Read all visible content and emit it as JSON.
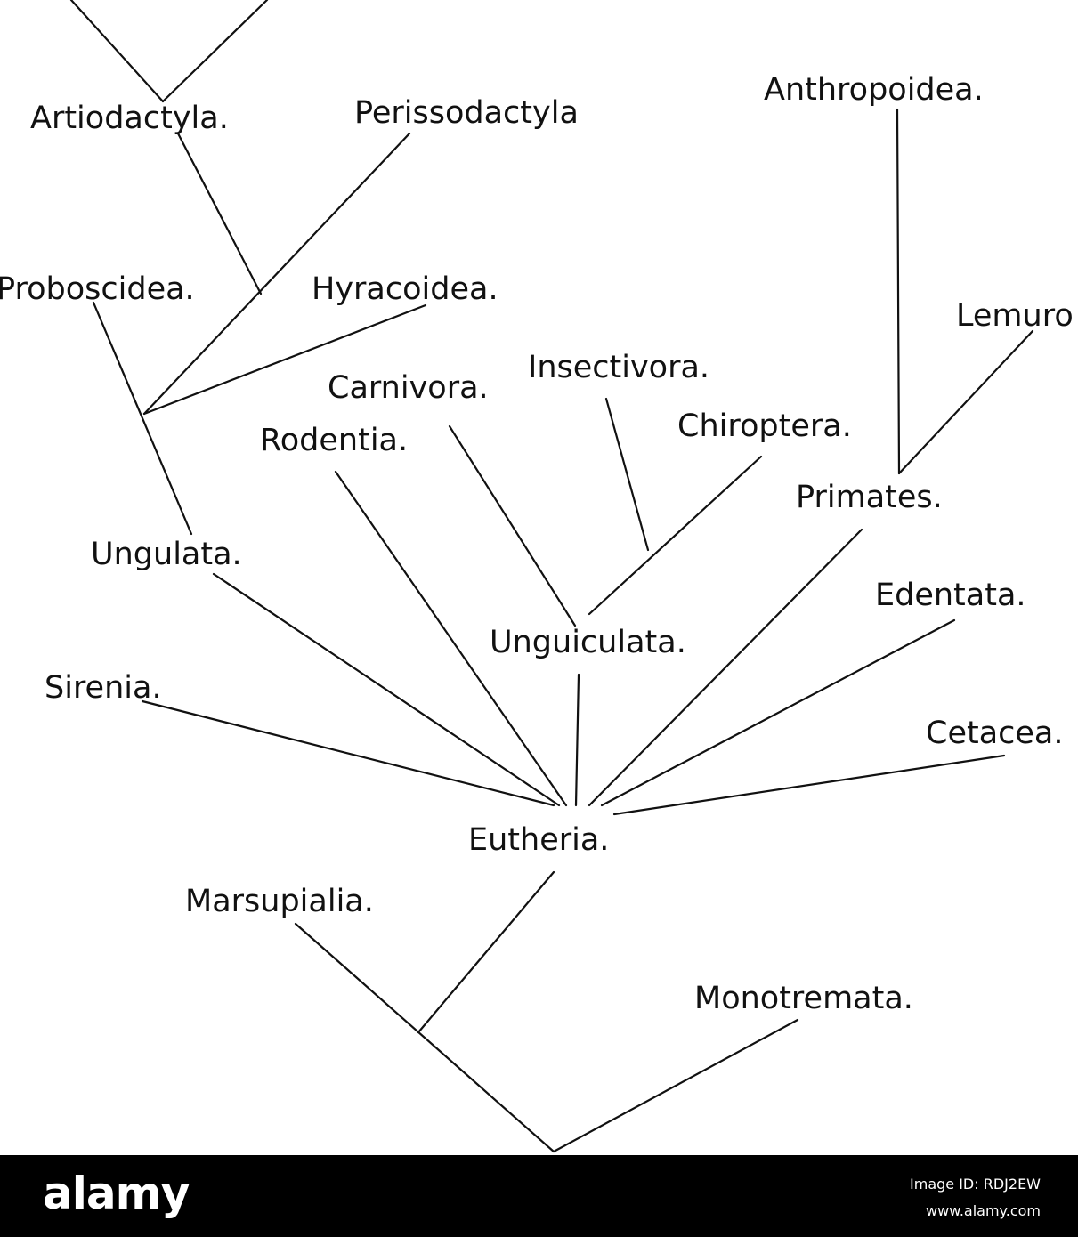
{
  "diagram": {
    "nodes": [
      {
        "id": "artiodactyla",
        "label": "Artiodactyla."
      },
      {
        "id": "perissodactyla",
        "label": "Perissodactyla"
      },
      {
        "id": "anthropoidea",
        "label": "Anthropoidea."
      },
      {
        "id": "proboscidea",
        "label": "Proboscidea."
      },
      {
        "id": "hyracoidea",
        "label": "Hyracoidea."
      },
      {
        "id": "lemuro",
        "label": "Lemuro"
      },
      {
        "id": "insectivora",
        "label": "Insectivora."
      },
      {
        "id": "carnivora",
        "label": "Carnivora."
      },
      {
        "id": "chiroptera",
        "label": "Chiroptera."
      },
      {
        "id": "rodentia",
        "label": "Rodentia."
      },
      {
        "id": "primates",
        "label": "Primates."
      },
      {
        "id": "ungulata",
        "label": "Ungulata."
      },
      {
        "id": "edentata",
        "label": "Edentata."
      },
      {
        "id": "unguiculata",
        "label": "Unguiculata."
      },
      {
        "id": "sirenia",
        "label": "Sirenia."
      },
      {
        "id": "cetacea",
        "label": "Cetacea."
      },
      {
        "id": "eutheria",
        "label": "Eutheria."
      },
      {
        "id": "marsupialia",
        "label": "Marsupialia."
      },
      {
        "id": "monotremata",
        "label": "Monotremata."
      }
    ],
    "edges": [
      {
        "from": "root",
        "to": "monotremata"
      },
      {
        "from": "root",
        "to": "marsupialia-eutheria"
      },
      {
        "from": "marsupialia-eutheria",
        "to": "marsupialia"
      },
      {
        "from": "marsupialia-eutheria",
        "to": "eutheria"
      },
      {
        "from": "eutheria",
        "to": "sirenia"
      },
      {
        "from": "eutheria",
        "to": "ungulata"
      },
      {
        "from": "eutheria",
        "to": "rodentia"
      },
      {
        "from": "eutheria",
        "to": "unguiculata"
      },
      {
        "from": "eutheria",
        "to": "primates"
      },
      {
        "from": "eutheria",
        "to": "edentata"
      },
      {
        "from": "eutheria",
        "to": "cetacea"
      },
      {
        "from": "ungulata",
        "to": "proboscidea"
      },
      {
        "from": "ungulata",
        "to": "hyracoidea"
      },
      {
        "from": "ungulata",
        "to": "perissodactyla"
      },
      {
        "from": "perissodactyla-artiodactyla",
        "to": "artiodactyla"
      },
      {
        "from": "unguiculata",
        "to": "carnivora"
      },
      {
        "from": "unguiculata",
        "to": "insectivora-chiroptera"
      },
      {
        "from": "insectivora-chiroptera",
        "to": "insectivora"
      },
      {
        "from": "insectivora-chiroptera",
        "to": "chiroptera"
      },
      {
        "from": "primates",
        "to": "anthropoidea"
      },
      {
        "from": "primates",
        "to": "lemuro"
      }
    ]
  },
  "watermark": {
    "brand": "alamy",
    "image_id": "Image ID: RDJ2EW",
    "site": "www.alamy.com"
  }
}
